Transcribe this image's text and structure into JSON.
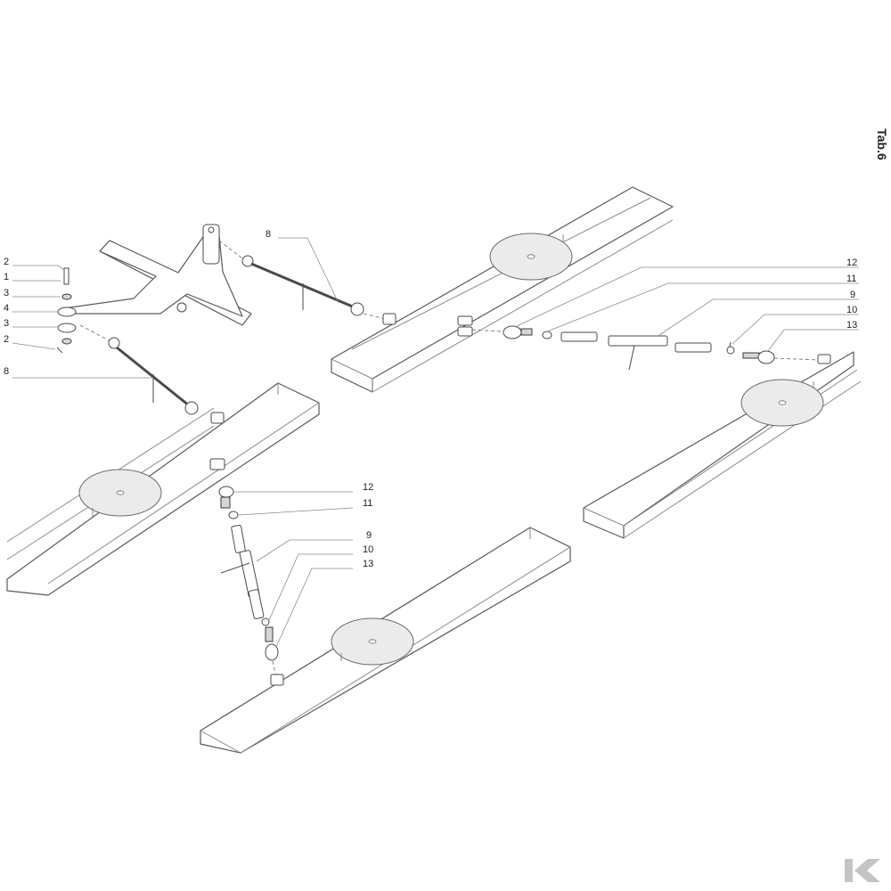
{
  "sheet": {
    "tab_label": "Tab.6"
  },
  "callouts": {
    "top_left": [
      "2",
      "1",
      "3",
      "4",
      "3",
      "2",
      "8"
    ],
    "top_rod": "8",
    "right_assembly": [
      "12",
      "11",
      "9",
      "10",
      "13"
    ],
    "lower_assembly": [
      "12",
      "11",
      "9",
      "10",
      "13"
    ]
  },
  "icons": {
    "brand_logo": "k-logo-icon"
  },
  "colors": {
    "line": "#5a5a5a",
    "disc_fill": "#ebebeb",
    "logo": "#c4c4c4"
  }
}
